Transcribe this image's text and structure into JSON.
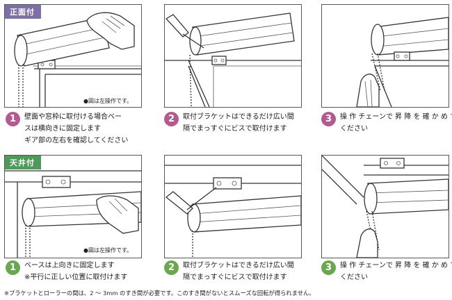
{
  "sections": {
    "front": {
      "tag": "正面付",
      "note": "●図は左操作です。"
    },
    "ceiling": {
      "tag": "天井付",
      "note": "●図は左操作です。"
    }
  },
  "steps": {
    "front": [
      {
        "number": "1",
        "lines": [
          "壁面や窓枠に取付ける場合ベー",
          "スは横向きに固定します",
          "ギア部の左右を確認してください"
        ]
      },
      {
        "number": "2",
        "lines": [
          "取付ブラケットはできるだけ広い間",
          "隔でまっすぐにビスで取付けます"
        ]
      },
      {
        "number": "3",
        "lines": [
          "操 作 チェーンで 昇 降 を 確 か め て",
          "ください"
        ]
      }
    ],
    "ceiling": [
      {
        "number": "1",
        "lines": [
          "ベースは上向きに固定します",
          "※平行に正しい位置に取付けます"
        ]
      },
      {
        "number": "2",
        "lines": [
          "取付ブラケットはできるだけ広い間",
          "隔でまっすぐにビスで取付けます"
        ]
      },
      {
        "number": "3",
        "lines": [
          "操 作 チェーンで 昇 降 を 確 か め て",
          "ください"
        ]
      }
    ]
  },
  "footnote": "※ブラケットとローラーの間は、2 ～ 3mm のすき間が必要です。このすき間がないとスムーズな回転が得られません。",
  "colors": {
    "front_tag": "#7e6fa6",
    "ceiling_tag": "#4f9a5a",
    "front_number": "#b35b8f",
    "ceiling_number": "#6aa84f"
  }
}
